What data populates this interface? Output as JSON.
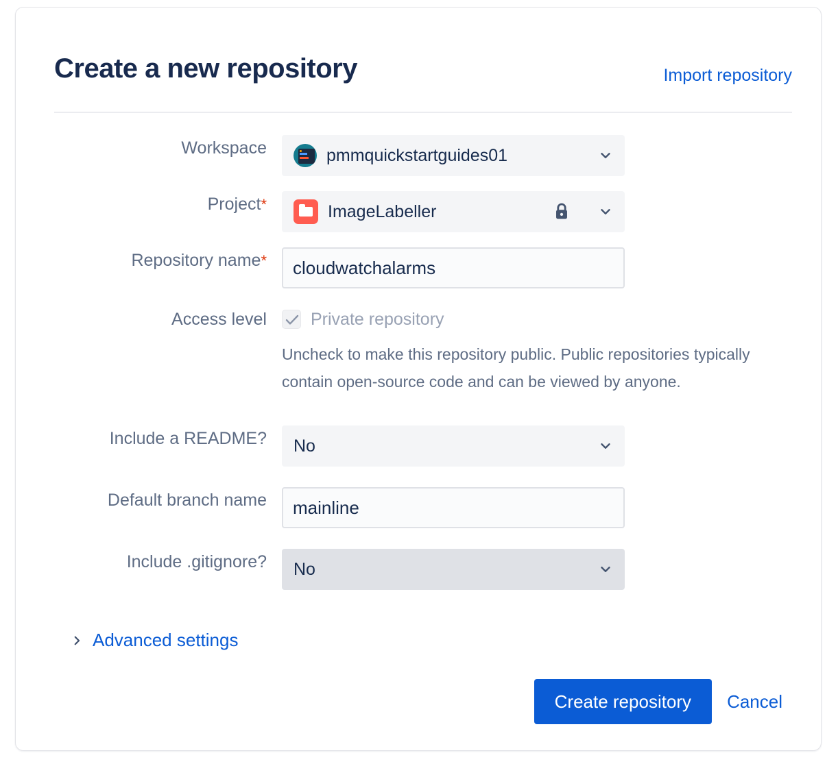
{
  "header": {
    "title": "Create a new repository",
    "import_link": "Import repository"
  },
  "form": {
    "workspace": {
      "label": "Workspace",
      "value": "pmmquickstartguides01",
      "avatar_icon": "workspace-avatar-icon",
      "chevron_icon": "chevron-down-icon"
    },
    "project": {
      "label": "Project",
      "required_marker": "*",
      "value": "ImageLabeller",
      "project_icon": "folder-icon",
      "lock_icon": "lock-icon",
      "chevron_icon": "chevron-down-icon"
    },
    "repository_name": {
      "label": "Repository name",
      "required_marker": "*",
      "value": "cloudwatchalarms",
      "placeholder": ""
    },
    "access_level": {
      "label": "Access level",
      "checkbox_label": "Private repository",
      "checked": true,
      "check_icon": "checkmark-icon",
      "help_text": "Uncheck to make this repository public. Public repositories typically contain open-source code and can be viewed by anyone."
    },
    "include_readme": {
      "label": "Include a README?",
      "value": "No",
      "chevron_icon": "chevron-down-icon"
    },
    "default_branch_name": {
      "label": "Default branch name",
      "value": "mainline",
      "placeholder": ""
    },
    "include_gitignore": {
      "label": "Include .gitignore?",
      "value": "No",
      "chevron_icon": "chevron-down-icon"
    },
    "advanced_settings": {
      "label": "Advanced settings",
      "chevron_icon": "chevron-right-icon"
    }
  },
  "footer": {
    "create_label": "Create repository",
    "cancel_label": "Cancel"
  },
  "colors": {
    "accent_blue": "#0B5CD5",
    "title_navy": "#182A4E",
    "label_grey": "#5E6C84",
    "required_red": "#DE350B",
    "project_icon_red": "#FF5C50",
    "workspace_avatar_teal": "#157C8F",
    "field_grey": "#F4F5F7",
    "field_grey_hover": "#DFE1E6",
    "input_bg": "#FAFBFC",
    "input_border": "#DFE1E6"
  }
}
